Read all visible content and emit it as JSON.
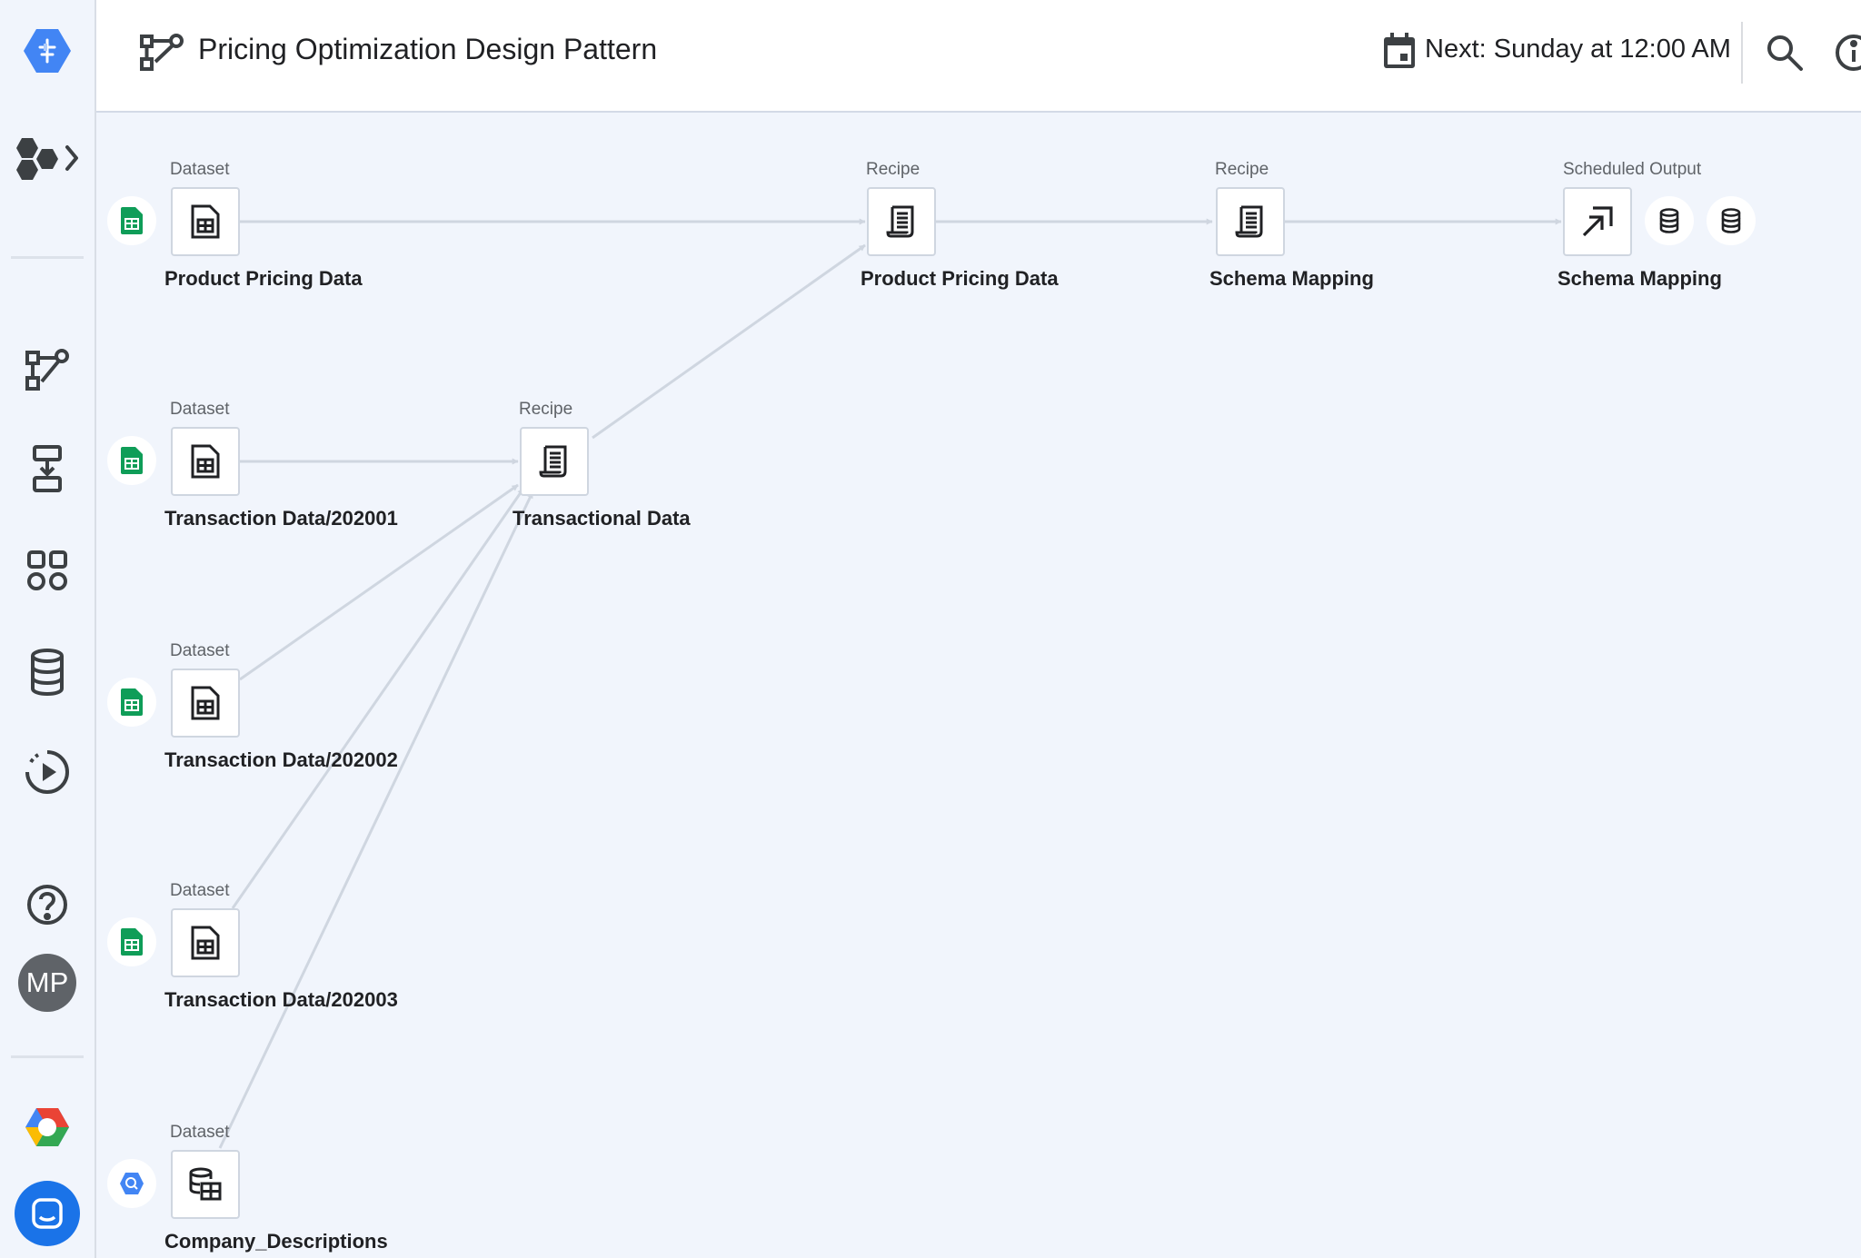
{
  "header": {
    "flow_title": "Pricing Optimization Design Pattern",
    "schedule_text": "Next: Sunday at 12:00 AM"
  },
  "sidebar": {
    "avatar_initials": "MP"
  },
  "flow": {
    "nodes": [
      {
        "id": "ds1",
        "type_label": "Dataset",
        "label": "Product Pricing Data"
      },
      {
        "id": "ds2",
        "type_label": "Dataset",
        "label": "Transaction Data/202001"
      },
      {
        "id": "ds3",
        "type_label": "Dataset",
        "label": "Transaction Data/202002"
      },
      {
        "id": "ds4",
        "type_label": "Dataset",
        "label": "Transaction Data/202003"
      },
      {
        "id": "ds5",
        "type_label": "Dataset",
        "label": "Company_Descriptions"
      },
      {
        "id": "rc1",
        "type_label": "Recipe",
        "label": "Transactional Data"
      },
      {
        "id": "rc2",
        "type_label": "Recipe",
        "label": "Product Pricing Data"
      },
      {
        "id": "rc3",
        "type_label": "Recipe",
        "label": "Schema Mapping"
      },
      {
        "id": "out1",
        "type_label": "Scheduled Output",
        "label": "Schema Mapping"
      }
    ]
  },
  "colors": {
    "accent_blue": "#4285f4",
    "sheets_green": "#0f9d58",
    "edge_gray": "#cfd6e0"
  }
}
